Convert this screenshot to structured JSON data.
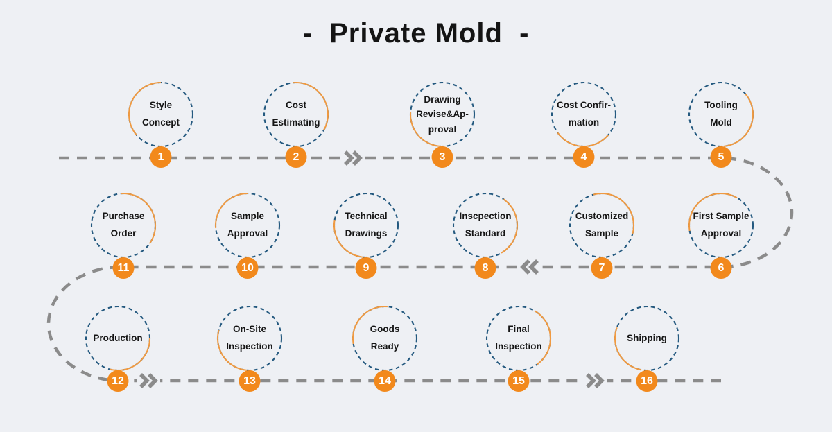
{
  "title": "-  Private Mold  -",
  "colors": {
    "background": "#eef0f4",
    "ring_blue": "#24597f",
    "arc_orange": "#f09a41",
    "badge_orange": "#f2891c",
    "line_gray": "#8b8b8b",
    "title_color": "#141414"
  },
  "flow": {
    "direction_note": "serpentine path rows: left-to-right, right-to-left, left-to-right",
    "chevrons": [
      "right",
      "left",
      "right",
      "right"
    ]
  },
  "steps": [
    {
      "num": "1",
      "label": "Style\nConcept"
    },
    {
      "num": "2",
      "label": "Cost\nEstimating"
    },
    {
      "num": "3",
      "label": "Drawing\nRevise&Ap-\nproval"
    },
    {
      "num": "4",
      "label": "Cost Confir-\nmation"
    },
    {
      "num": "5",
      "label": "Tooling\nMold"
    },
    {
      "num": "6",
      "label": "First Sample\nApproval"
    },
    {
      "num": "7",
      "label": "Customized\nSample"
    },
    {
      "num": "8",
      "label": "Inscpection\nStandard"
    },
    {
      "num": "9",
      "label": "Technical\nDrawings"
    },
    {
      "num": "10",
      "label": "Sample\nApproval"
    },
    {
      "num": "11",
      "label": "Purchase\nOrder"
    },
    {
      "num": "12",
      "label": "Production"
    },
    {
      "num": "13",
      "label": "On-Site\nInspection"
    },
    {
      "num": "14",
      "label": "Goods\nReady"
    },
    {
      "num": "15",
      "label": "Final\nInspection"
    },
    {
      "num": "16",
      "label": "Shipping"
    }
  ]
}
